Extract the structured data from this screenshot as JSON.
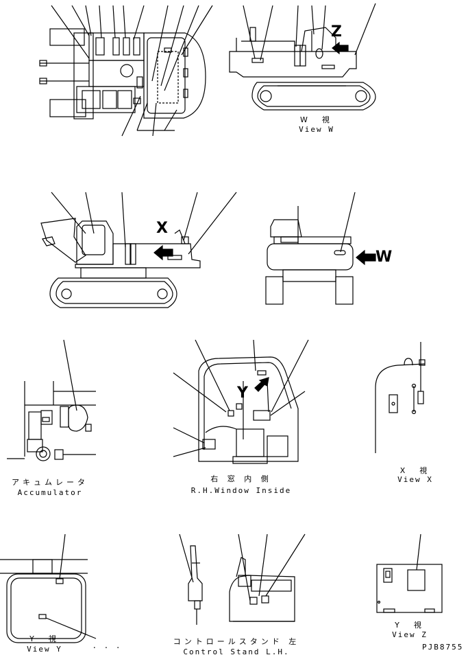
{
  "views": {
    "w": {
      "jp": "W　視",
      "en": "View W"
    },
    "accumulator": {
      "jp": "アキュムレータ",
      "en": "Accumulator"
    },
    "window": {
      "jp": "右 窓 内 側",
      "en": "R.H.Window Inside"
    },
    "x": {
      "jp": "X　視",
      "en": "View X"
    },
    "y": {
      "jp": "Y　視",
      "en": "View Y"
    },
    "stand": {
      "jp": "コントロールスタンド 左",
      "en": "Control Stand L.H."
    },
    "z": {
      "jp": "Y　視",
      "en": "View Z"
    }
  },
  "markers": {
    "z": "Z",
    "x": "X",
    "w": "W",
    "y": "Y"
  },
  "drawing_code": "PJB8755",
  "dots": "· · ·"
}
